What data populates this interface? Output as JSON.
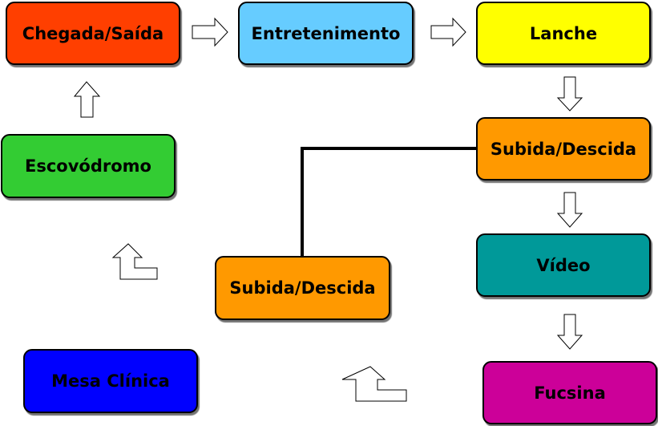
{
  "nodes": {
    "chegada": {
      "label": "Chegada/Saída",
      "color": "#ff3f00"
    },
    "entret": {
      "label": "Entretenimento",
      "color": "#66ccff"
    },
    "lanche": {
      "label": "Lanche",
      "color": "#ffff00"
    },
    "subida1": {
      "label": "Subida/Descida",
      "color": "#ff9900"
    },
    "escovo": {
      "label": "Escovódromo",
      "color": "#33cc33"
    },
    "video": {
      "label": "Vídeo",
      "color": "#009999"
    },
    "subida2": {
      "label": "Subida/Descida",
      "color": "#ff9900"
    },
    "mesa": {
      "label": "Mesa Clínica",
      "color": "#0000ff"
    },
    "fucsina": {
      "label": "Fucsina",
      "color": "#cc0099"
    }
  },
  "arrows": [
    {
      "from": "chegada",
      "to": "entret",
      "direction": "right"
    },
    {
      "from": "entret",
      "to": "lanche",
      "direction": "right"
    },
    {
      "from": "lanche",
      "to": "subida1",
      "direction": "down"
    },
    {
      "from": "subida1",
      "to": "video",
      "direction": "down"
    },
    {
      "from": "video",
      "to": "fucsina",
      "direction": "down"
    },
    {
      "from": "fucsina",
      "to": "subida2",
      "direction": "bent-up"
    },
    {
      "from": "subida2",
      "to": "escovo",
      "direction": "bent-up"
    },
    {
      "from": "escovo",
      "to": "chegada",
      "direction": "up"
    }
  ],
  "connector": {
    "from": "subida1",
    "to": "subida2",
    "color": "#000000"
  }
}
